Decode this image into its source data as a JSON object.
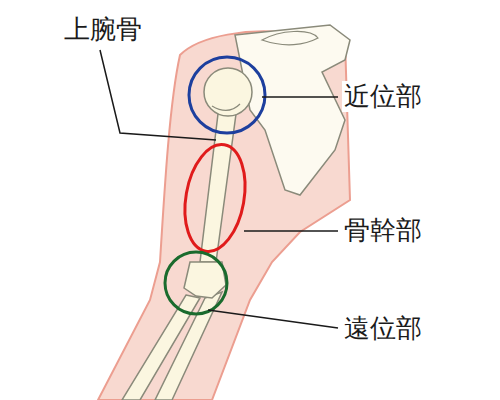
{
  "diagram": {
    "labels": [
      "上腕骨",
      "近位部",
      "骨幹部",
      "遠位部"
    ]
  }
}
